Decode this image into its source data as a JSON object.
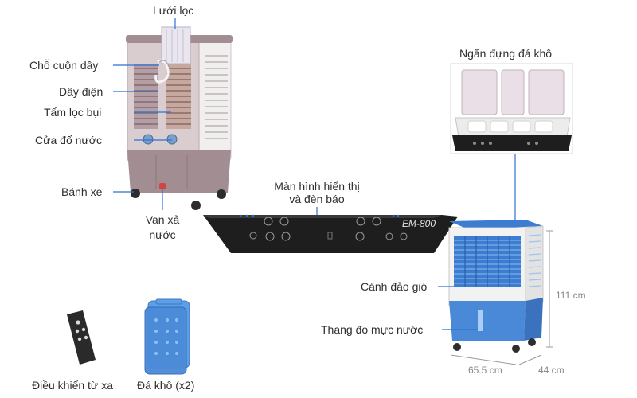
{
  "colors": {
    "leader_line": "#2f6fd6",
    "body_mauve": "#a28e92",
    "body_light": "#d9cdd0",
    "body_white": "#f1eeee",
    "panel_black": "#1e1e1e",
    "cooler_blue": "#3d7dd1",
    "cooler_blue_light": "#7fb1ea",
    "ice_pack_blue": "#5f9ee6"
  },
  "labels": {
    "filter_grid": "Lưới lọc",
    "cord_wrap": "Chỗ cuộn dây",
    "power_cord": "Dây điện",
    "dust_filter": "Tấm lọc bụi",
    "water_inlet": "Cửa đổ nước",
    "wheels": "Bánh xe",
    "drain_valve_line1": "Van xả",
    "drain_valve_line2": "nước",
    "display_line1": "Màn hình hiển thị",
    "display_line2": "và đèn báo",
    "ice_tray": "Ngăn đựng đá khô",
    "louvers": "Cánh đảo gió",
    "water_gauge": "Thang đo mực nước",
    "remote": "Điều khiển từ xa",
    "ice_packs": "Đá khô (x2)"
  },
  "panel": {
    "model": "EM-800"
  },
  "dimensions": {
    "height": "111 cm",
    "width": "65.5 cm",
    "depth": "44 cm"
  },
  "icons": [
    "left-cooler-image",
    "ice-tray-image",
    "display-panel-image",
    "right-cooler-image",
    "remote-control-image",
    "ice-pack-image"
  ]
}
